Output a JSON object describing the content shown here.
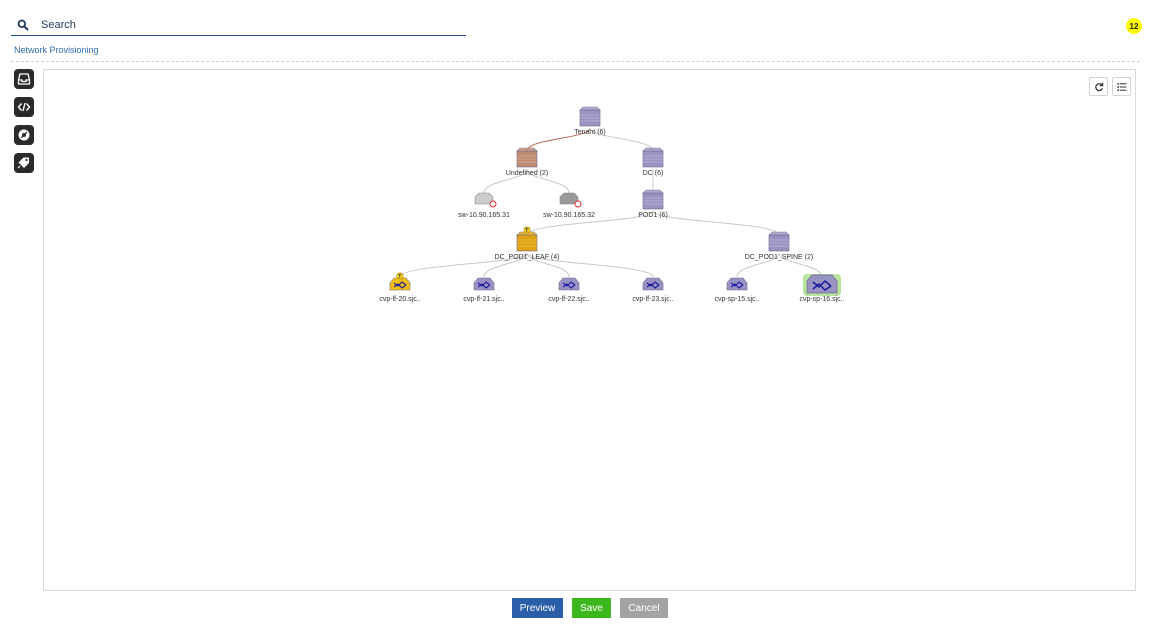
{
  "search": {
    "placeholder": "Search"
  },
  "notification_count": "12",
  "breadcrumb": "Network Provisioning",
  "toolbar": [
    {
      "name": "tray-icon"
    },
    {
      "name": "code-icon"
    },
    {
      "name": "settings-icon"
    },
    {
      "name": "tags-icon"
    }
  ],
  "canvas_controls": {
    "refresh": "refresh-icon",
    "list": "list-icon"
  },
  "topology": {
    "nodes": [
      {
        "id": "tenant",
        "label": "Tenant (6)",
        "type": "container",
        "color": "#9a93c2"
      },
      {
        "id": "undefined",
        "label": "Undefined (2)",
        "type": "container",
        "color": "#c08a70"
      },
      {
        "id": "dc",
        "label": "DC (6)",
        "type": "container",
        "color": "#9a93c2"
      },
      {
        "id": "sw31",
        "label": "sw-10.90.165.31",
        "type": "device-error",
        "color": "#cccccc"
      },
      {
        "id": "sw32",
        "label": "sw-10.90.165.32",
        "type": "device-error",
        "color": "#999999"
      },
      {
        "id": "pod1",
        "label": "POD1 (6)",
        "type": "container",
        "color": "#9a93c2"
      },
      {
        "id": "leaf",
        "label": "DC_POD1_LEAF (4)",
        "type": "container-task",
        "color": "#e0a20f"
      },
      {
        "id": "spine",
        "label": "DC_POD1_SPINE (2)",
        "type": "container",
        "color": "#9a93c2"
      },
      {
        "id": "lf20",
        "label": "cvp-lf-20.sjc..",
        "type": "switch-task",
        "color": "#f2c010"
      },
      {
        "id": "lf21",
        "label": "cvp-lf-21.sjc..",
        "type": "switch",
        "color": "#9a93c2"
      },
      {
        "id": "lf22",
        "label": "cvp-lf-22.sjc..",
        "type": "switch",
        "color": "#9a93c2"
      },
      {
        "id": "lf23",
        "label": "cvp-lf-23.sjc..",
        "type": "switch",
        "color": "#9a93c2"
      },
      {
        "id": "sp15",
        "label": "cvp-sp-15.sjc..",
        "type": "switch",
        "color": "#9a93c2"
      },
      {
        "id": "sp16",
        "label": "cvp-sp-16.sjc..",
        "type": "switch-selected",
        "color": "#9a93c2"
      }
    ],
    "edges": [
      [
        "tenant",
        "undefined"
      ],
      [
        "tenant",
        "dc"
      ],
      [
        "undefined",
        "sw31"
      ],
      [
        "undefined",
        "sw32"
      ],
      [
        "dc",
        "pod1"
      ],
      [
        "pod1",
        "leaf"
      ],
      [
        "pod1",
        "spine"
      ],
      [
        "leaf",
        "lf20"
      ],
      [
        "leaf",
        "lf21"
      ],
      [
        "leaf",
        "lf22"
      ],
      [
        "leaf",
        "lf23"
      ],
      [
        "spine",
        "sp15"
      ],
      [
        "spine",
        "sp16"
      ]
    ],
    "highlight_edge_color": "#b86a50",
    "edge_color": "#c8c8c8"
  },
  "actions": {
    "preview": "Preview",
    "save": "Save",
    "cancel": "Cancel",
    "preview_color": "#2a5ea8",
    "save_color": "#3db71e",
    "cancel_color": "#a3a3a3"
  }
}
